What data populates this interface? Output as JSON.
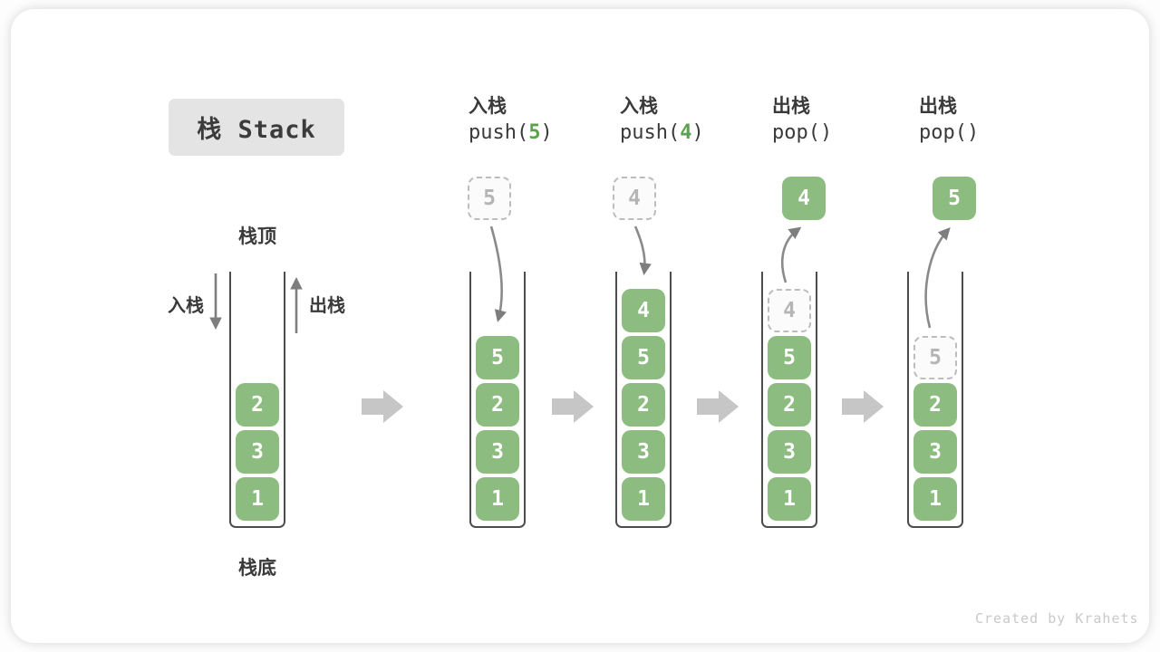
{
  "badge": {
    "label": "栈 Stack"
  },
  "stack_labels": {
    "top": "栈顶",
    "bottom": "栈底",
    "push": "入栈",
    "pop": "出栈"
  },
  "watermark": "Created by Krahets",
  "colors": {
    "element_green": "#8cbc80",
    "arg_green": "#5ba24f",
    "thin_arrow_gray": "#8a8a8a",
    "block_arrow_gray": "#c6c6c6",
    "ghost_gray": "#b5b5b5",
    "wall_gray": "#4d4d4d",
    "badge_bg": "#e4e4e4"
  },
  "columns": [
    {
      "key": "initial",
      "cells": [
        {
          "value": "2",
          "ghost": false
        },
        {
          "value": "3",
          "ghost": false
        },
        {
          "value": "1",
          "ghost": false
        }
      ]
    },
    {
      "key": "push-5",
      "header": {
        "op": "入栈",
        "code_pre": "push(",
        "arg": "5",
        "code_post": ")"
      },
      "float": {
        "style": "dashed",
        "value": "5"
      },
      "cells": [
        {
          "value": "5",
          "ghost": false
        },
        {
          "value": "2",
          "ghost": false
        },
        {
          "value": "3",
          "ghost": false
        },
        {
          "value": "1",
          "ghost": false
        }
      ]
    },
    {
      "key": "push-4",
      "header": {
        "op": "入栈",
        "code_pre": "push(",
        "arg": "4",
        "code_post": ")"
      },
      "float": {
        "style": "dashed",
        "value": "4"
      },
      "cells": [
        {
          "value": "4",
          "ghost": false
        },
        {
          "value": "5",
          "ghost": false
        },
        {
          "value": "2",
          "ghost": false
        },
        {
          "value": "3",
          "ghost": false
        },
        {
          "value": "1",
          "ghost": false
        }
      ]
    },
    {
      "key": "pop-4",
      "header": {
        "op": "出栈",
        "code_pre": "pop(",
        "arg": "",
        "code_post": ")"
      },
      "float": {
        "style": "solid",
        "value": "4"
      },
      "cells": [
        {
          "value": "4",
          "ghost": true
        },
        {
          "value": "5",
          "ghost": false
        },
        {
          "value": "2",
          "ghost": false
        },
        {
          "value": "3",
          "ghost": false
        },
        {
          "value": "1",
          "ghost": false
        }
      ]
    },
    {
      "key": "pop-5",
      "header": {
        "op": "出栈",
        "code_pre": "pop(",
        "arg": "",
        "code_post": ")"
      },
      "float": {
        "style": "solid",
        "value": "5"
      },
      "cells": [
        {
          "value": "5",
          "ghost": true
        },
        {
          "value": "2",
          "ghost": false
        },
        {
          "value": "3",
          "ghost": false
        },
        {
          "value": "1",
          "ghost": false
        }
      ]
    }
  ]
}
